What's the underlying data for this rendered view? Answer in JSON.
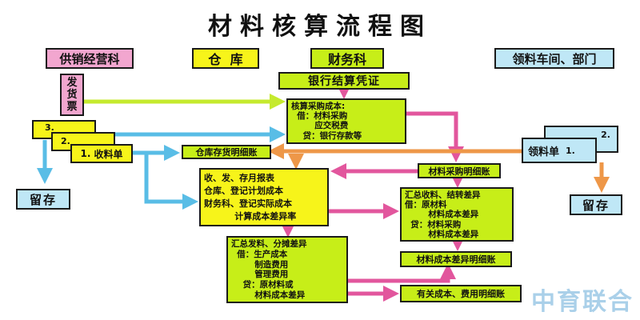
{
  "title": "材料核算流程图",
  "columns": {
    "supply_sales": "供销经营科",
    "warehouse": "仓  库",
    "finance": "财务科",
    "workshop": "领料车间、部门"
  },
  "nodes": {
    "invoice": "发\n货\n票",
    "bank_voucher": "银行结算凭证",
    "purchase_entry": "核算采购成本:\n  借：材料采购\n        应交税费\n    贷：银行存款等",
    "receipt_3": "3.",
    "receipt_2": "2.",
    "receipt_1": "1.",
    "receipt_label": "收料单",
    "retain_left": "留存",
    "warehouse_ledger": "仓库存货明细账",
    "requisition_2": "2.",
    "requisition_1": "1.",
    "requisition_label": "领料单",
    "retain_right": "留存",
    "purchase_ledger": "材料采购明细账",
    "monthly_report": "收、发、存月报表\n仓库、登记计划成本\n财务科、登记实际成本\n          计算成本差异率",
    "variance_entry": "汇总收料、结转差异\n借：原材料\n        材料成本差异\n  贷：材料采购\n        材料成本差异",
    "issue_entry": "汇总发料、分摊差异\n  借：生产成本\n        制造费用\n        管理费用\n    贷：原材料或\n        材料成本差异",
    "variance_ledger": "材料成本差异明细账",
    "cost_ledger": "有关成本、费用明细账"
  },
  "watermark": "中育联合",
  "colors": {
    "yellow": "#f7f41a",
    "green": "#c7ee18",
    "pink": "#f2a6cf",
    "blue": "#bfe7f6",
    "arrow_green": "#c5ea2e",
    "arrow_cyan": "#59bde6",
    "arrow_pink": "#e2569d",
    "arrow_orange": "#ee9748"
  }
}
